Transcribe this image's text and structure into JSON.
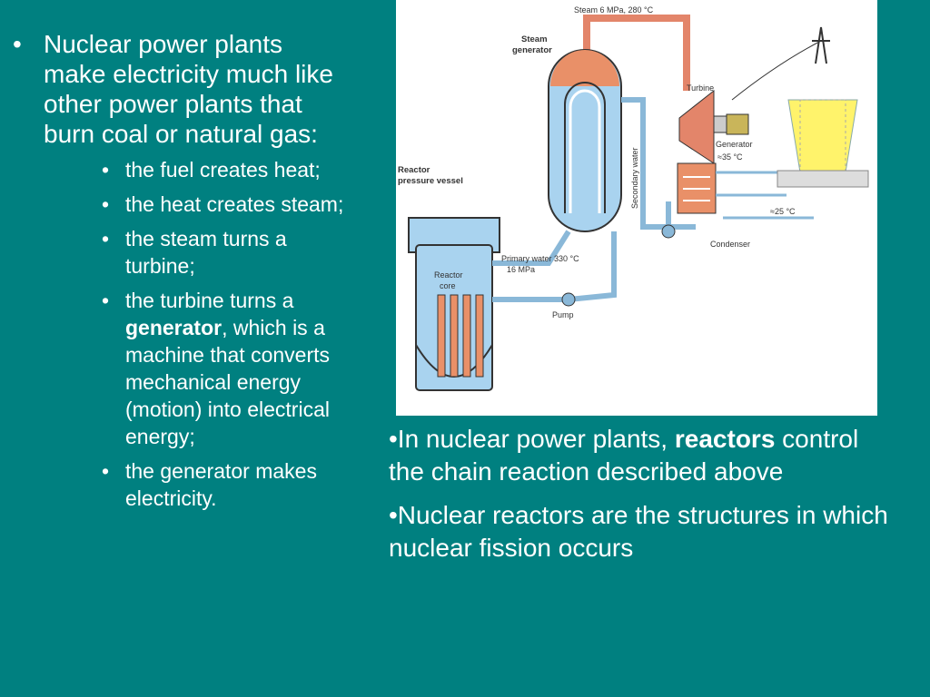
{
  "left": {
    "main_bullet": "Nuclear power plants make electricity much like other power plants that burn coal or natural gas:",
    "sub_bullets": [
      {
        "text": "the fuel creates heat;"
      },
      {
        "text": "the heat creates steam;"
      },
      {
        "text": "the steam turns a turbine;"
      },
      {
        "pre": "the turbine turns a ",
        "bold": "generator",
        "post": ", which is a machine that converts mechanical energy (motion) into electrical energy;"
      },
      {
        "text": "the generator makes electricity."
      }
    ]
  },
  "diagram": {
    "steam_label": "Steam 6 MPa, 280 °C",
    "steam_generator": [
      "Steam",
      "generator"
    ],
    "turbine": "Turbine",
    "generator": "Generator",
    "temp_35": "≈35 °C",
    "temp_25": "≈25 °C",
    "secondary_water": "Secondary water",
    "reactor_pressure_vessel": [
      "Reactor",
      "pressure vessel"
    ],
    "reactor_core": [
      "Reactor",
      "core"
    ],
    "primary_water": [
      "Primary water 330 °C",
      "16 MPa"
    ],
    "pump": "Pump",
    "condenser": "Condenser"
  },
  "right": {
    "p1_pre": "•In nuclear power plants, ",
    "p1_bold": "reactors",
    "p1_post": " control the chain reaction described above",
    "p2": "•Nuclear reactors are the structures in which nuclear fission occurs"
  }
}
